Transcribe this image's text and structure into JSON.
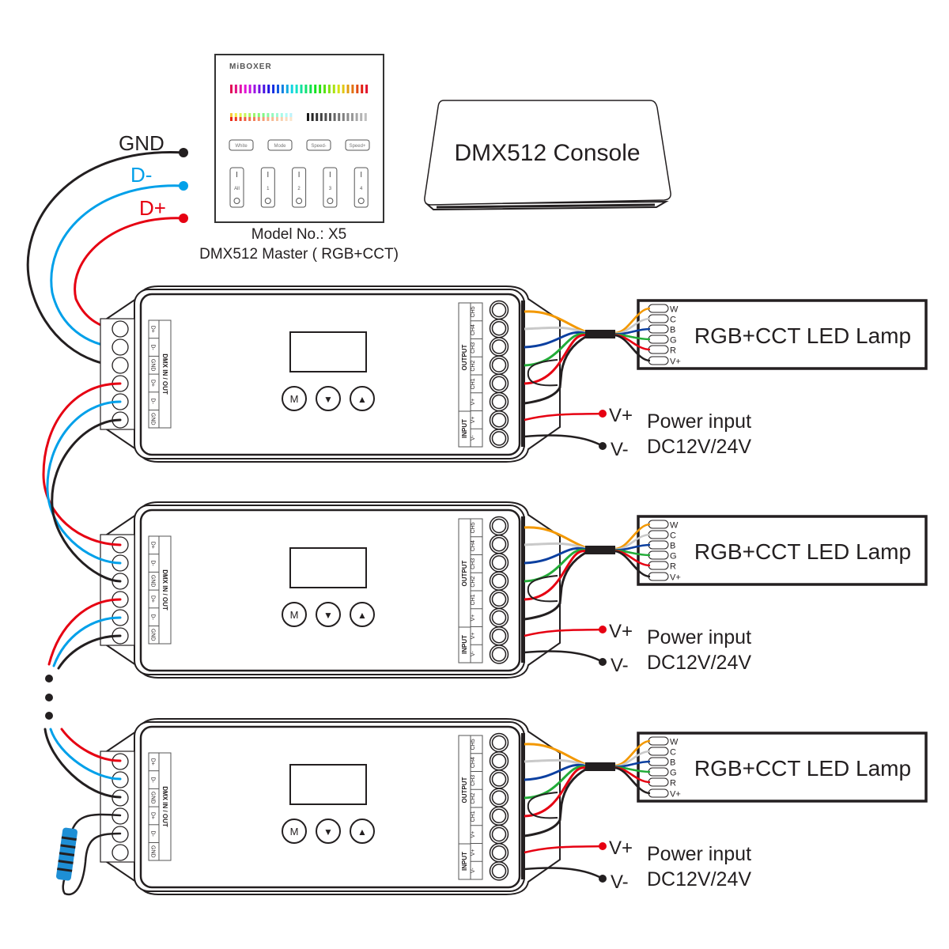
{
  "bus_labels": {
    "gnd": "GND",
    "dminus": "D-",
    "dplus": "D+"
  },
  "master": {
    "brand": "MiBOXER",
    "buttons": [
      "White",
      "Mode",
      "Speed-",
      "Speed+"
    ],
    "zones": [
      "All",
      "1",
      "2",
      "3",
      "4"
    ],
    "model": "Model No.: X5",
    "description": "DMX512 Master ( RGB+CCT)"
  },
  "console": {
    "label": "DMX512 Console"
  },
  "controller": {
    "dmx_pins": [
      "D+",
      "D-",
      "GND",
      "D+",
      "D-",
      "GND"
    ],
    "dmx_title": "DMX  IN / OUT",
    "keys": [
      "M",
      "▼",
      "▲"
    ],
    "out_pins": [
      "CH5",
      "CH4",
      "CH3",
      "CH2",
      "CH1",
      "V+",
      "V+",
      "V-"
    ],
    "output_title": "OUTPUT",
    "input_title": "INPUT"
  },
  "lamp": {
    "label": "RGB+CCT LED Lamp",
    "pins": [
      "W",
      "C",
      "B",
      "G",
      "R",
      "V+"
    ]
  },
  "power": {
    "vplus": "V+",
    "vminus": "V-",
    "title": "Power input",
    "voltage": "DC12V/24V"
  },
  "colors": {
    "red": "#e60012",
    "blue": "#00a0e9",
    "black": "#231f20",
    "orange": "#f39800",
    "gray": "#c9c9c9",
    "wblue": "#0b3fa0",
    "green": "#22ac38",
    "resistor": "#1e8fd5"
  }
}
